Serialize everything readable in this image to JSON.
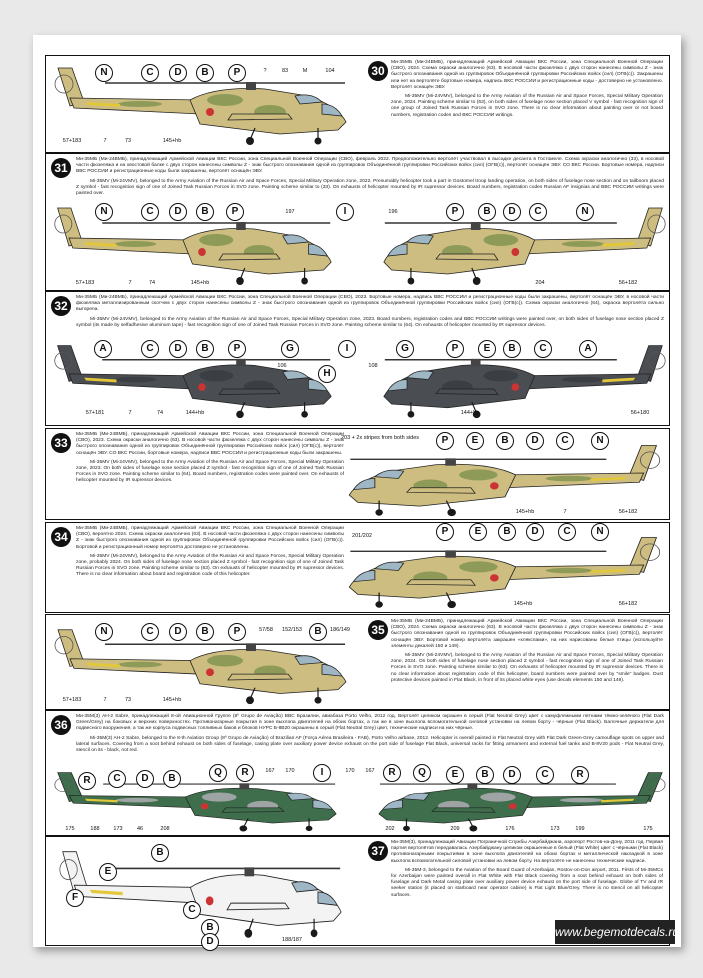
{
  "colors": {
    "tan": "#cdbd80",
    "green": "#8e9b58",
    "yellow": "#e3c73a",
    "dark": "#4a4d52",
    "darkpatch": "#3b3e42",
    "nato_green": "#3f6e4c",
    "neutral_grey": "#9ea3a3",
    "white": "#f3f3f3",
    "black": "#1a1a1a"
  },
  "sections": [
    {
      "num": "30",
      "ru": "Ми-35МБ (Ми-24ВМБ), принадлежащий Армейской Авиации ВКС России, зона Специальной Военной Операции (СВО), 2024. Схема окраски аналогично (63). В носовой части фюзеляжа с двух сторон нанесены символы Z - знак быстрого опознавания одной из группировок Объединённой группировки Российских войск (сил) (ОГВ(с)). Закрашены или нет на вертолёте бортовые номера, надпись ВКС РОССИИ и регистрационные коды - достоверно не установлено. Вертолёт оснащён ЭВУ.",
      "en": "Mi-35MV (Mi-24VMV), belonged to the Army Aviation of the Russian Air and Space Forces, Special Military Operation zone, 2024. Painting scheme similar to (63), on both sides of fuselage nose section placed V symbol - fast recognition sign of one group of Joined Task Russian Forces in SVO zone. There is no clear information about painting over or not board numbers, registration codes and ВКС РОССИИ writings.",
      "callouts": [
        "N",
        "C",
        "D",
        "B",
        "P"
      ],
      "labels": [
        "?",
        "83",
        "M",
        "104",
        "57+183",
        "7",
        "73",
        "145+hb"
      ]
    },
    {
      "num": "31",
      "ru": "Ми-35МБ (Ми-24ВМБ), принадлежащий Армейской Авиации ВКС России, зона Специальной Военной Операции (СВО), февраль 2022. Предположительно вертолёт участвовал в высадке десанта в Гостомеле. Схема окраски аналогично (33), в носовой части фюзеляжа и на хвостовой балке с двух сторон нанесены символы Z - знак быстрого опознавания одной из группировок Объединённой группировки Российских войск (сил) (ОГВ(с)), вертолёт оснащён ЭВУ. СО ВКС России. Бортовые номера, надписи ВВС РОССИИ и регистрационные коды были закрашены, вертолёт оснащён ЭВУ.",
      "en": "Mi-35MV (Mi-24VMV), belonged to the Army Aviation of the Russian Air and Space Forces, Special Military Operation zone, 2022. Presumably helicopter took a part in Gostomel troop landing operation, on both sides of fuselage nose section and on tailboom placed Z symbol - fast recognition sign of one of Joined Task Russian Forces in SVO zone. Painting scheme similar to (33). On exhausts of helicopter mounted by IR supressor devices. Board numbers, registration codes Russian AF insignias and ВВС РОССИИ writings were painted over.",
      "callouts": [
        "N",
        "C",
        "D",
        "B",
        "P",
        "I",
        "P",
        "B",
        "D",
        "C",
        "N"
      ],
      "labels": [
        "197",
        "196",
        "57+183",
        "7",
        "74",
        "145+hb",
        "204",
        "56+182"
      ]
    },
    {
      "num": "32",
      "ru": "Ми-35МБ (Ми-24ВМБ), принадлежащий Армейской Авиации ВКС России, зона Специальной Военной Операции (СВО), 2023. Бортовые номера, надпись ВВС РОССИИ и регистрационные коды были закрашены, вертолёт оснащён ЭВУ, в носовой части фюзеляжа металлизированным скотчем с двух сторон нанесены символы Z - знак быстрого опознавания одной из группировок Объединённой группировки Российских войск (сил) (ОГВ(с)). Схема окраски аналогично (64), окраска вертолёта сильно выгорела.",
      "en": "Mi-35MV (Mi-24VMV), belonged to the Army Aviation of the Russian Air and Space Forces, Special Military Operation zone, 2023. Board numbers, registration codes and ВВС РОССИИ writings were painted over, on both sides of fuselage nose section placed Z symbol (its made by selfadhesive aluminum tape) - fast recognition sign of one of Joined Task Russian Forces in SVO zone. Painting scheme similar to (64). On exhausts of helicopter mounted by IR supressor devices.",
      "callouts": [
        "A",
        "C",
        "D",
        "B",
        "P",
        "G",
        "H",
        "I",
        "G",
        "P",
        "E",
        "B",
        "C",
        "A"
      ],
      "labels": [
        "106",
        "108",
        "57+181",
        "7",
        "74",
        "144+hb",
        "144+hb",
        "56+180"
      ]
    },
    {
      "num": "33",
      "ru": "Ми-35МБ (Ми-24ВМБ), принадлежащий Армейской Авиации ВКС России, зона Специальной Военной Операции (СВО), 2023. Схема окраски аналогично (63). В носовой части фюзеляжа с двух сторон нанесены символы Z - знак быстрого опознавания одной из группировок Объединённой группировки Российских войск (сил) (ОГВ(с)), вертолёт оснащён ЭВУ. СО ВКС России, бортовые номера, надписи ВВС РОССИИ и регистрационные коды были закрашены.",
      "en": "Mi-35MV (Mi-24VMV), belonged to the Army Aviation of the Russian Air and Space Forces, Special Military Operation zone, 2023. On both sides of fuselage nose section placed Z symbol - fast recognition sign of one of Joined Task Russian Forces in SVO zone. Painting scheme similar to (64). Board numbers, registration codes were painted over. On exhausts of helicopter mounted by IR supressor devices.",
      "callouts": [
        "P",
        "E",
        "B",
        "D",
        "C",
        "N"
      ],
      "labels": [
        "203 + 2x stripes from both sides",
        "145+hb",
        "7",
        "56+182"
      ]
    },
    {
      "num": "34",
      "ru": "Ми-35МБ (Ми-24ВМБ), принадлежащий Армейской Авиации ВКС России, зона Специальной Военной Операции (СВО), вероятно 2024. Схема окраски аналогично (63). В носовой части фюзеляжа с двух сторон нанесены символы Z - знак быстрого опознавания одной из группировок Объединённой группировки Российских войск (сил) (ОГВ(с)). Бортовой и регистрационный номер вертолёта достоверно не установлены.",
      "en": "Mi-35MV (Mi-24VMV), belonged to the Army Aviation of the Russian Air and Space Forces, Special Military Operation zone, probably 2024. On both sides of fuselage nose section placed Z symbol - fast recognition sign of one of Joined Task Russian Forces in SVO zone. Painting scheme similar to (63). On exhausts of helicopter mounted by IR supressor devices. There is no clear information about board and registration code of this helicopter.",
      "callouts": [
        "P",
        "E",
        "B",
        "D",
        "C",
        "N"
      ],
      "labels": [
        "201/202",
        "145+hb",
        "56+182"
      ]
    },
    {
      "num": "35",
      "ru": "Ми-35МБ (Ми-24ВМБ), принадлежащий Армейской Авиации ВКС России, зона Специальной Военной Операции (СВО), 2024. Схема окраски аналогично (63). В носовой части фюзеляжа с двух сторон нанесены символы Z - знак быстрого опознавания одной из группировок Объединённой группировки Российских войск (сил) (ОГВ(с)), вертолёт оснащён ЭВУ. Бортовой номер вертолёта закрашен «клякспами», на них нарисованы белые птицы (используйте элементы декалей 150 и 149).",
      "en": "Mi-35MV (Mi-24VMV), belonged to the Army Aviation of the Russian Air and Space Forces, Special Military Operation zone, 2024. On both sides of fuselage nose section placed Z symbol - fast recognition sign of one of Joined Task Russian Forces in SVO zone. Painting scheme similar to (63). On exhausts of helicopter mounted by IR supressor devices. There is no clear information about registration code of this helicopter, board numbers were painted over by \"smile\" badges. Dust protective devices painted in Flat Black, in front of its placed white eyes (use decals elements 150 and 149).",
      "callouts": [
        "N",
        "C",
        "D",
        "B",
        "P",
        "B"
      ],
      "labels": [
        "57/58",
        "152/153",
        "186/149",
        "57+183",
        "7",
        "73",
        "145+hb"
      ]
    },
    {
      "num": "36",
      "ru": "Ми-35М(3) AH-2 Sabre, принадлежащий 8-ой Авиационной Группе (8º Grupo de Aviação) ВВС Бразилии, авиабаза Porto Velho, 2012 год. Вертолёт целиком окрашен в серый (Flat Neutral Grey) цвет с камуфляжными пятнами тёмно-зелёного (Flat Dark Green/Grey) на боковых и верхних поверхностях. Противонагарные покрытия в зоне выхлопа двигателей на обоих бортах, а так же в зоне выхлопа вспомогательной силовой установки на левом борту - чёрные (Flat Black). Балочные держатели для подвесного вооружения, а так же корпуса подвесных топливных баков и блоков НУРС Б-8В20 окрашены в серый (Flat Neutral Grey) цвет, технические надписи на них чёрные.",
      "en": "Mi-35M(3) AH-2 Sabre, belonged to the 8-th Aviation Group (8º Grupo de Aviação) of Brazilian AF (Força Aérea Brasileira - FAB), Porto Velho airbase, 2012. Helicopter is overall painted in Flat Neutral Grey with Flat Dark Green-Grey camouflage spots on upper and lateral surfaces. Covering from a soot behind exhaust on both sides of fuselage, casing plate over auxiliary power device exhaust on the port side of fuselage Flat Black, universal racks for fitting armament and external fuel tanks and B-8V20 pods - Flat Neutral Grey, stencil on its - black, not red.",
      "callouts": [
        "R",
        "C",
        "D",
        "B",
        "Q",
        "R",
        "I",
        "R",
        "Q",
        "E",
        "B",
        "D",
        "C",
        "R"
      ],
      "labels": [
        "167",
        "170",
        "170",
        "167",
        "175",
        "188",
        "173",
        "46",
        "208",
        "202",
        "209",
        "176",
        "173",
        "199",
        "175"
      ]
    },
    {
      "num": "37",
      "ru": "Ми-35М(3), принадлежащий Авиации Пограничной Службы Азербайджана, аэропорт Ростов-на-Дону, 2011 год. Первая партия вертолётов передавалась Азербайджану целиком окрашенные в белый (Flat White) цвет с чёрными (Flat Black) противонагарными покрытиями в зоне выхлопа двигателей на обоих бортах и металлической накладкой в зоне выхлопа вспомогательной силовой установки на левом борту. На вертолёте не нанесены технические надписи.",
      "en": "Mi-35M-3, belonged to the Aviation of the Board Guard of Azerbaijan, Rostov-on-Don airport, 2011. Firsts of Mi-35MCs for Azerbaijan were painted overall in Flat White with Flat Black covering from a soot behind exhaust on both sides of fuselage and Dark Metal casing plate over auxiliary power device exhaust on the port side of fuselage. Globe of TV and IR seeker station (it placed on starboard near operator cabine) is Flat Light Blue/Grey. There is no stencil on all helicopter surfaces.",
      "callouts": [
        "B",
        "E",
        "F",
        "C",
        "B",
        "D"
      ],
      "labels": [
        "188/187"
      ]
    }
  ],
  "website": "www.begemotdecals.ru"
}
